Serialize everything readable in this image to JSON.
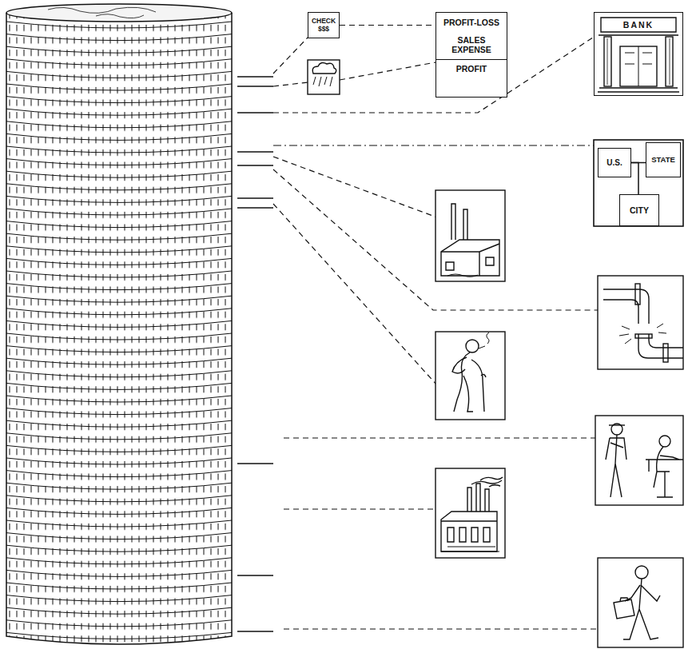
{
  "diagram": {
    "nodes": [
      {
        "text": [
          "CHECK $$$"
        ]
      },
      {
        "text": [
          "PROFIT-LOSS",
          "SALES",
          "EXPENSE",
          "PROFIT"
        ]
      },
      {
        "text": [
          "BANK"
        ]
      },
      {
        "text": [
          "U.S."
        ]
      },
      {
        "text": [
          "STATE"
        ]
      },
      {
        "text": [
          "CITY"
        ]
      }
    ],
    "edges": [
      {
        "from": 0,
        "to": 1,
        "arrow": "none"
      },
      {
        "from": 3,
        "to": 4,
        "arrow": "none"
      },
      {
        "from": 3,
        "to": 5,
        "arrow": "none"
      }
    ]
  }
}
